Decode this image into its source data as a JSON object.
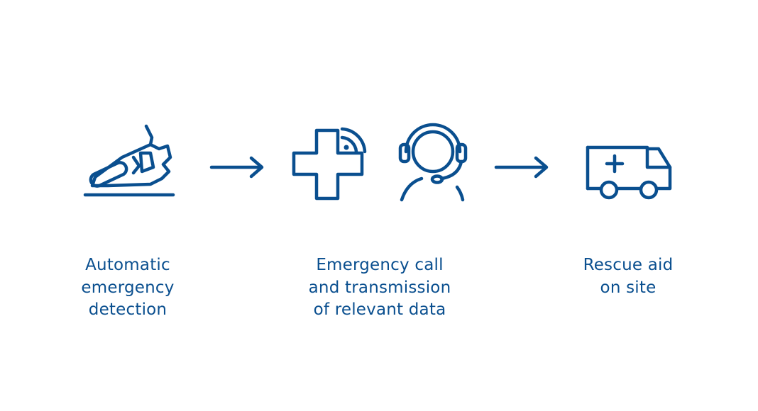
{
  "brand": {
    "color": "#0a4f8f",
    "background": "#ffffff"
  },
  "steps": [
    {
      "icon": "crash-car-icon",
      "label_lines": [
        "Automatic",
        "emergency",
        "detection"
      ]
    },
    {
      "icons": [
        "medical-cross-signal-icon",
        "operator-headset-icon"
      ],
      "label_lines": [
        "Emergency call",
        "and transmission",
        "of relevant data"
      ]
    },
    {
      "icon": "ambulance-icon",
      "label_lines": [
        "Rescue aid",
        "on site"
      ]
    }
  ],
  "connectors": [
    "arrow-right-icon",
    "arrow-right-icon"
  ]
}
